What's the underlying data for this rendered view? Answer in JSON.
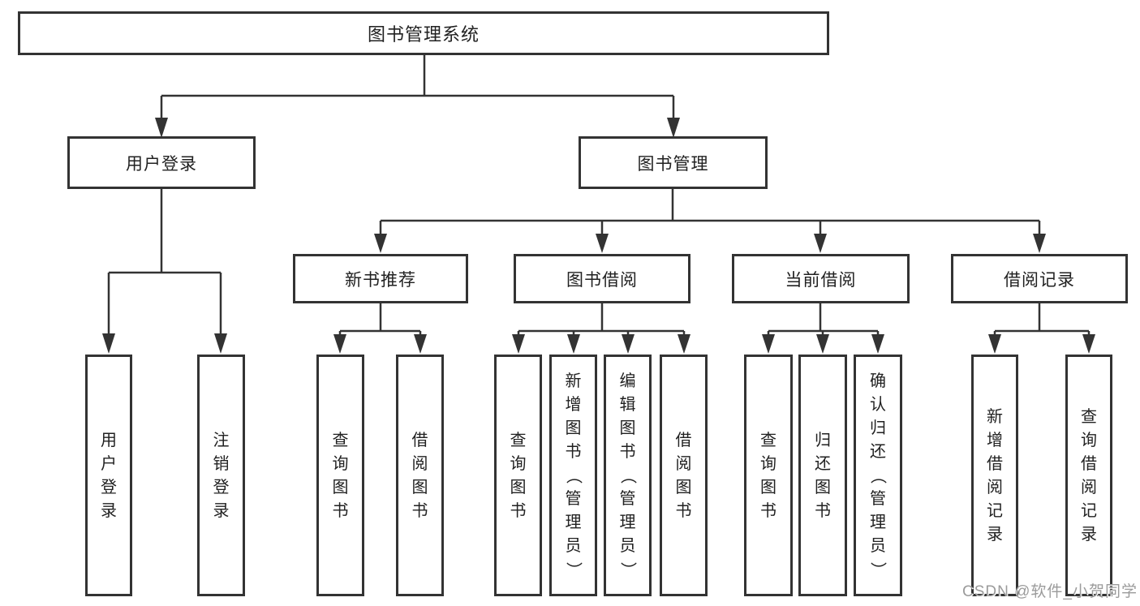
{
  "root_label": "图书管理系统",
  "level2": {
    "user_login": {
      "label": "用户登录"
    },
    "book_mgmt": {
      "label": "图书管理"
    }
  },
  "user_login_leaves": [
    "用户登录",
    "注销登录"
  ],
  "modules": [
    {
      "label": "新书推荐",
      "leaves": [
        "查询图书",
        "借阅图书"
      ]
    },
    {
      "label": "图书借阅",
      "leaves": [
        "查询图书",
        "新增图书（管理员）",
        "编辑图书（管理员）",
        "借阅图书"
      ]
    },
    {
      "label": "当前借阅",
      "leaves": [
        "查询图书",
        "归还图书",
        "确认归还（管理员）"
      ]
    },
    {
      "label": "借阅记录",
      "leaves": [
        "新增借阅记录",
        "查询借阅记录"
      ]
    }
  ],
  "watermark": "CSDN @软件_小贺同学",
  "colors": {
    "line": "#333333",
    "text": "#212121",
    "watermark": "#9b9b9b",
    "background": "#ffffff"
  }
}
